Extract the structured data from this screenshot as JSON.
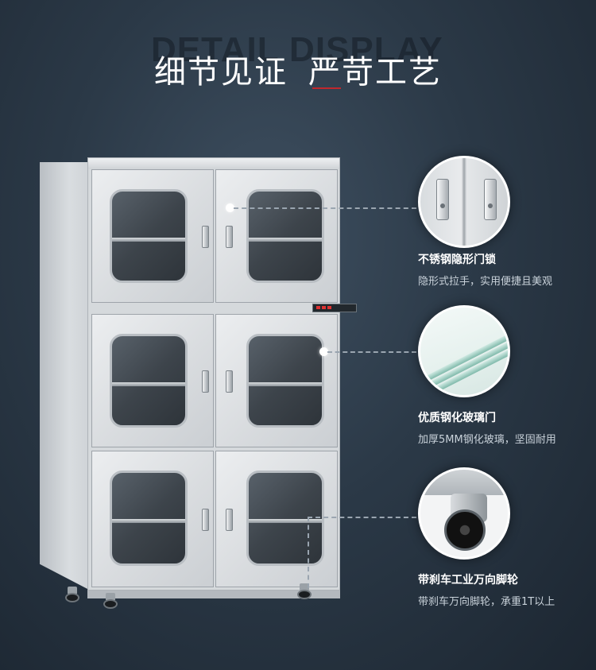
{
  "header": {
    "watermark": "DETAIL DISPLAY",
    "title_part1": "细节见证",
    "title_part2": "严苛工艺"
  },
  "features": [
    {
      "title": "不锈钢隐形门锁",
      "description": "隐形式拉手，实用便捷且美观",
      "icon": "door-handle-closeup"
    },
    {
      "title": "优质钢化玻璃门",
      "description": "加厚5MM钢化玻璃，坚固耐用",
      "icon": "tempered-glass-closeup"
    },
    {
      "title": "带刹车工业万向脚轮",
      "description": "带刹车万向脚轮，承重1T以上",
      "icon": "caster-wheel-closeup"
    }
  ],
  "colors": {
    "background": "#2b3947",
    "accent_line": "#c0282d",
    "title_text": "#ffffff",
    "description_text": "#c9d2da"
  }
}
